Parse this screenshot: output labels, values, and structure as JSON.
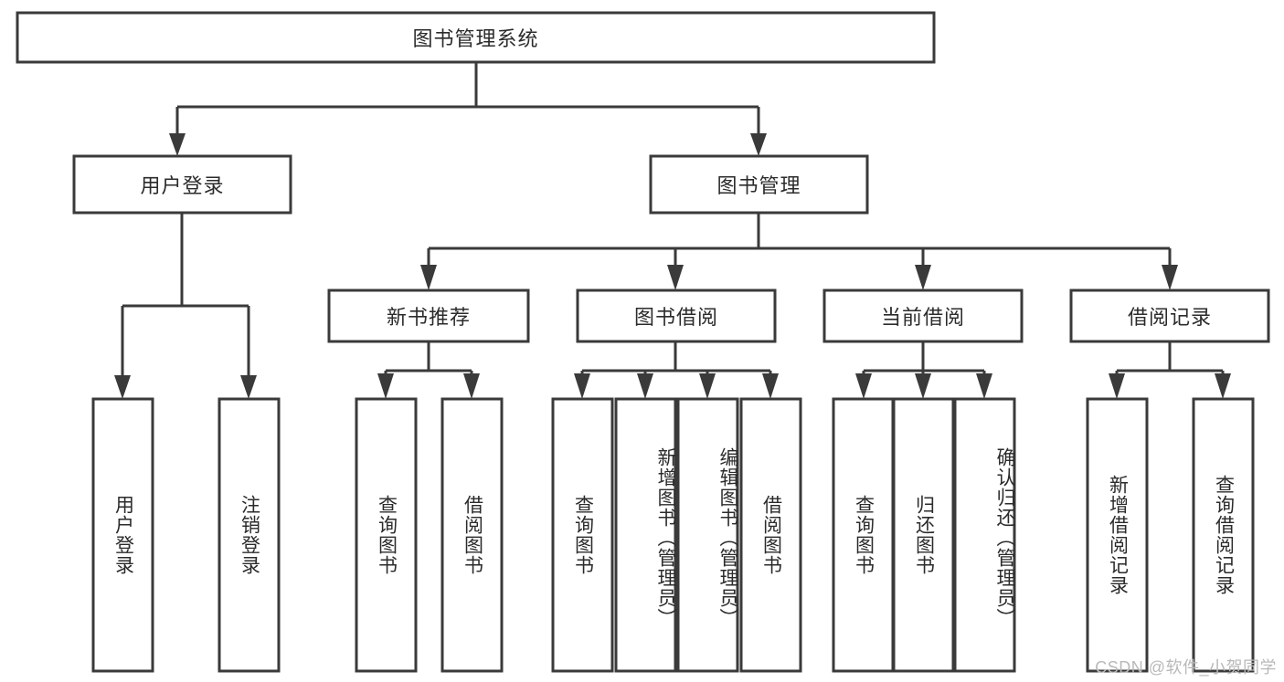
{
  "diagram": {
    "type": "tree",
    "title": "图书管理系统",
    "root": {
      "label": "图书管理系统"
    },
    "level2": [
      {
        "label": "用户登录"
      },
      {
        "label": "图书管理"
      }
    ],
    "level3": [
      {
        "label": "新书推荐"
      },
      {
        "label": "图书借阅"
      },
      {
        "label": "当前借阅"
      },
      {
        "label": "借阅记录"
      }
    ],
    "leaves": {
      "user_login": [
        {
          "label": "用户登录"
        },
        {
          "label": "注销登录"
        }
      ],
      "new_book_rec": [
        {
          "label": "查询图书"
        },
        {
          "label": "借阅图书"
        }
      ],
      "book_borrow": [
        {
          "label": "查询图书"
        },
        {
          "label": "新增图书（管理员）"
        },
        {
          "label": "编辑图书（管理员）"
        },
        {
          "label": "借阅图书"
        }
      ],
      "current_borrow": [
        {
          "label": "查询图书"
        },
        {
          "label": "归还图书"
        },
        {
          "label": "确认归还（管理员）"
        }
      ],
      "borrow_record": [
        {
          "label": "新增借阅记录"
        },
        {
          "label": "查询借阅记录"
        }
      ]
    }
  },
  "watermark": {
    "text": "CSDN @软件_小贺同学"
  },
  "colors": {
    "stroke": "#3a3a3a",
    "text": "#2b2b2b",
    "background": "#ffffff",
    "watermark": "#b9b9b9"
  }
}
